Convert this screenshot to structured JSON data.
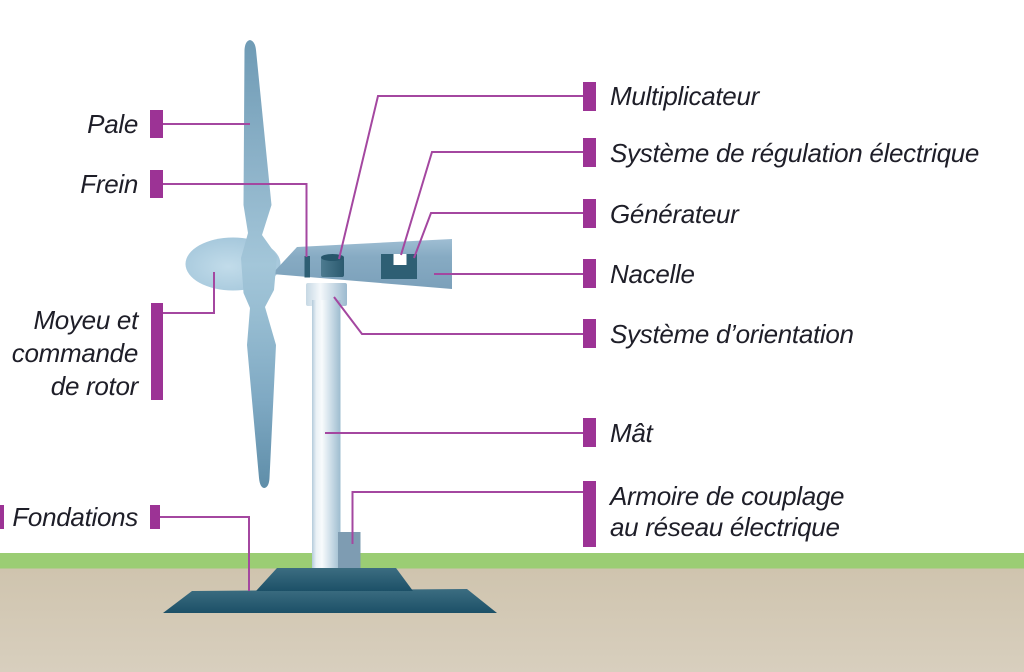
{
  "labels": {
    "pale": "Pale",
    "frein": "Frein",
    "moyeu_line1": "Moyeu et",
    "moyeu_line2": "commande",
    "moyeu_line3": "de rotor",
    "fondations": "Fondations",
    "multiplicateur": "Multiplicateur",
    "regulation": "Système de régulation électrique",
    "generateur": "Générateur",
    "nacelle": "Nacelle",
    "orientation": "Système d’orientation",
    "mat": "Mât",
    "armoire_line1": "Armoire de couplage",
    "armoire_line2": "au réseau électrique"
  },
  "colors": {
    "accent": "#9c3395",
    "accent_line": "#a447a0",
    "text": "#1e1e28",
    "grass": "#9bcd74",
    "soil": "#d0c5b0",
    "foundation": "#2e5f74",
    "turbine_blue": "#86abc3",
    "component_teal": "#2e5f74",
    "cabinet_gray_blue": "#7e9cb2"
  }
}
